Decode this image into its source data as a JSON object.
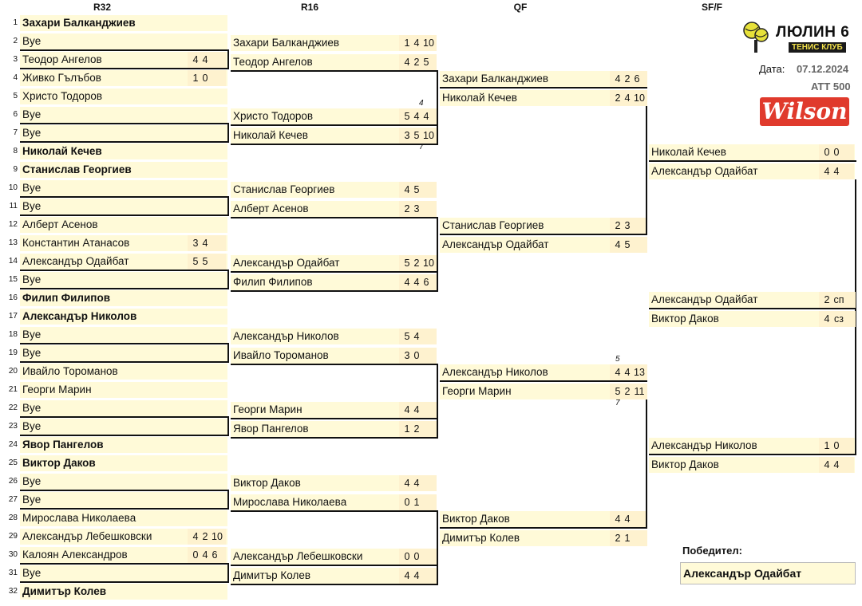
{
  "headers": [
    "R32",
    "R16",
    "QF",
    "SF/F"
  ],
  "header_x": [
    128,
    388,
    652,
    892
  ],
  "logo": {
    "title": "ЛЮЛИН 6",
    "subtitle": "ТЕНИС КЛУБ"
  },
  "info": {
    "date_label": "Дата:",
    "date": "07.12.2024",
    "category": "ATT 500",
    "sponsor": "Wilson"
  },
  "winner_label": "Победител:",
  "winner": "Александър Одайбат",
  "r32": [
    {
      "seed": "1",
      "name": "Захари Балканджиев",
      "bold": true,
      "scores": []
    },
    {
      "seed": "2",
      "name": "Bye",
      "bold": false,
      "scores": []
    },
    {
      "seed": "3",
      "name": "Теодор Ангелов",
      "bold": false,
      "scores": [
        "4",
        "4"
      ]
    },
    {
      "seed": "4",
      "name": "Живко Гълъбов",
      "bold": false,
      "scores": [
        "1",
        "0"
      ]
    },
    {
      "seed": "5",
      "name": "Христо Тодоров",
      "bold": false,
      "scores": []
    },
    {
      "seed": "6",
      "name": "Bye",
      "bold": false,
      "scores": []
    },
    {
      "seed": "7",
      "name": "Bye",
      "bold": false,
      "scores": []
    },
    {
      "seed": "8",
      "name": "Николай Кечев",
      "bold": true,
      "scores": []
    },
    {
      "seed": "9",
      "name": "Станислав Георгиев",
      "bold": true,
      "scores": []
    },
    {
      "seed": "10",
      "name": "Bye",
      "bold": false,
      "scores": []
    },
    {
      "seed": "11",
      "name": "Bye",
      "bold": false,
      "scores": []
    },
    {
      "seed": "12",
      "name": "Алберт Асенов",
      "bold": false,
      "scores": []
    },
    {
      "seed": "13",
      "name": "Константин Атанасов",
      "bold": false,
      "scores": [
        "3",
        "4"
      ]
    },
    {
      "seed": "14",
      "name": "Александър Одайбат",
      "bold": false,
      "scores": [
        "5",
        "5"
      ]
    },
    {
      "seed": "15",
      "name": "Bye",
      "bold": false,
      "scores": []
    },
    {
      "seed": "16",
      "name": "Филип Филипов",
      "bold": true,
      "scores": []
    },
    {
      "seed": "17",
      "name": "Александър Николов",
      "bold": true,
      "scores": []
    },
    {
      "seed": "18",
      "name": "Bye",
      "bold": false,
      "scores": []
    },
    {
      "seed": "19",
      "name": "Bye",
      "bold": false,
      "scores": []
    },
    {
      "seed": "20",
      "name": "Ивайло Тороманов",
      "bold": false,
      "scores": []
    },
    {
      "seed": "21",
      "name": "Георги Марин",
      "bold": false,
      "scores": []
    },
    {
      "seed": "22",
      "name": "Bye",
      "bold": false,
      "scores": []
    },
    {
      "seed": "23",
      "name": "Bye",
      "bold": false,
      "scores": []
    },
    {
      "seed": "24",
      "name": "Явор Пангелов",
      "bold": true,
      "scores": []
    },
    {
      "seed": "25",
      "name": "Виктор Даков",
      "bold": true,
      "scores": []
    },
    {
      "seed": "26",
      "name": "Bye",
      "bold": false,
      "scores": []
    },
    {
      "seed": "27",
      "name": "Bye",
      "bold": false,
      "scores": []
    },
    {
      "seed": "28",
      "name": "Мирослава Николаева",
      "bold": false,
      "scores": []
    },
    {
      "seed": "29",
      "name": "Александър Лебешковски",
      "bold": false,
      "scores": [
        "4",
        "2",
        "10"
      ]
    },
    {
      "seed": "30",
      "name": "Калоян Александров",
      "bold": false,
      "scores": [
        "0",
        "4",
        "6"
      ]
    },
    {
      "seed": "31",
      "name": "Bye",
      "bold": false,
      "scores": []
    },
    {
      "seed": "32",
      "name": "Димитър Колев",
      "bold": true,
      "scores": []
    }
  ],
  "r16": [
    {
      "name": "Захари Балканджиев",
      "scores": [
        "1",
        "4",
        "10"
      ]
    },
    {
      "name": "Теодор Ангелов",
      "scores": [
        "4",
        "2",
        "5"
      ]
    },
    {
      "name": "Христо Тодоров",
      "scores": [
        "5",
        "4",
        "4"
      ]
    },
    {
      "name": "Николай Кечев",
      "scores": [
        "3",
        "5",
        "10"
      ]
    },
    {
      "name": "Станислав Георгиев",
      "scores": [
        "4",
        "5"
      ]
    },
    {
      "name": "Алберт Асенов",
      "scores": [
        "2",
        "3"
      ]
    },
    {
      "name": "Александър Одайбат",
      "scores": [
        "5",
        "2",
        "10"
      ]
    },
    {
      "name": "Филип Филипов",
      "scores": [
        "4",
        "4",
        "6"
      ]
    },
    {
      "name": "Александър Николов",
      "scores": [
        "5",
        "4"
      ]
    },
    {
      "name": "Ивайло Тороманов",
      "scores": [
        "3",
        "0"
      ]
    },
    {
      "name": "Георги Марин",
      "scores": [
        "4",
        "4"
      ]
    },
    {
      "name": "Явор Пангелов",
      "scores": [
        "1",
        "2"
      ]
    },
    {
      "name": "Виктор Даков",
      "scores": [
        "4",
        "4"
      ]
    },
    {
      "name": "Мирослава Николаева",
      "scores": [
        "0",
        "1"
      ]
    },
    {
      "name": "Александър Лебешковски",
      "scores": [
        "0",
        "0"
      ]
    },
    {
      "name": "Димитър Колев",
      "scores": [
        "4",
        "4"
      ]
    }
  ],
  "qf": [
    {
      "name": "Захари Балканджиев",
      "scores": [
        "4",
        "2",
        "6"
      ]
    },
    {
      "name": "Николай Кечев",
      "scores": [
        "2",
        "4",
        "10"
      ]
    },
    {
      "name": "Станислав Георгиев",
      "scores": [
        "2",
        "3"
      ]
    },
    {
      "name": "Александър Одайбат",
      "scores": [
        "4",
        "5"
      ]
    },
    {
      "name": "Александър Николов",
      "scores": [
        "4",
        "4",
        "13"
      ]
    },
    {
      "name": "Георги Марин",
      "scores": [
        "5",
        "2",
        "11"
      ]
    },
    {
      "name": "Виктор Даков",
      "scores": [
        "4",
        "4"
      ]
    },
    {
      "name": "Димитър Колев",
      "scores": [
        "2",
        "1"
      ]
    }
  ],
  "sf": [
    {
      "name": "Николай Кечев",
      "scores": [
        "0",
        "0"
      ]
    },
    {
      "name": "Александър Одайбат",
      "scores": [
        "4",
        "4"
      ]
    },
    {
      "name": "Александър Николов",
      "scores": [
        "1",
        "0"
      ]
    },
    {
      "name": "Виктор Даков",
      "scores": [
        "4",
        "4"
      ]
    }
  ],
  "final": [
    {
      "name": "Александър Одайбат",
      "scores": [
        "2",
        "сп"
      ]
    },
    {
      "name": "Виктор Даков",
      "scores": [
        "4",
        "сз"
      ]
    }
  ],
  "tiebreaks": [
    {
      "round": "r16",
      "index": 2,
      "text": "4",
      "pos": "above"
    },
    {
      "round": "r16",
      "index": 3,
      "text": "7",
      "pos": "below"
    },
    {
      "round": "qf",
      "index": 4,
      "text": "5",
      "pos": "above"
    },
    {
      "round": "qf",
      "index": 5,
      "text": "7",
      "pos": "below"
    }
  ]
}
